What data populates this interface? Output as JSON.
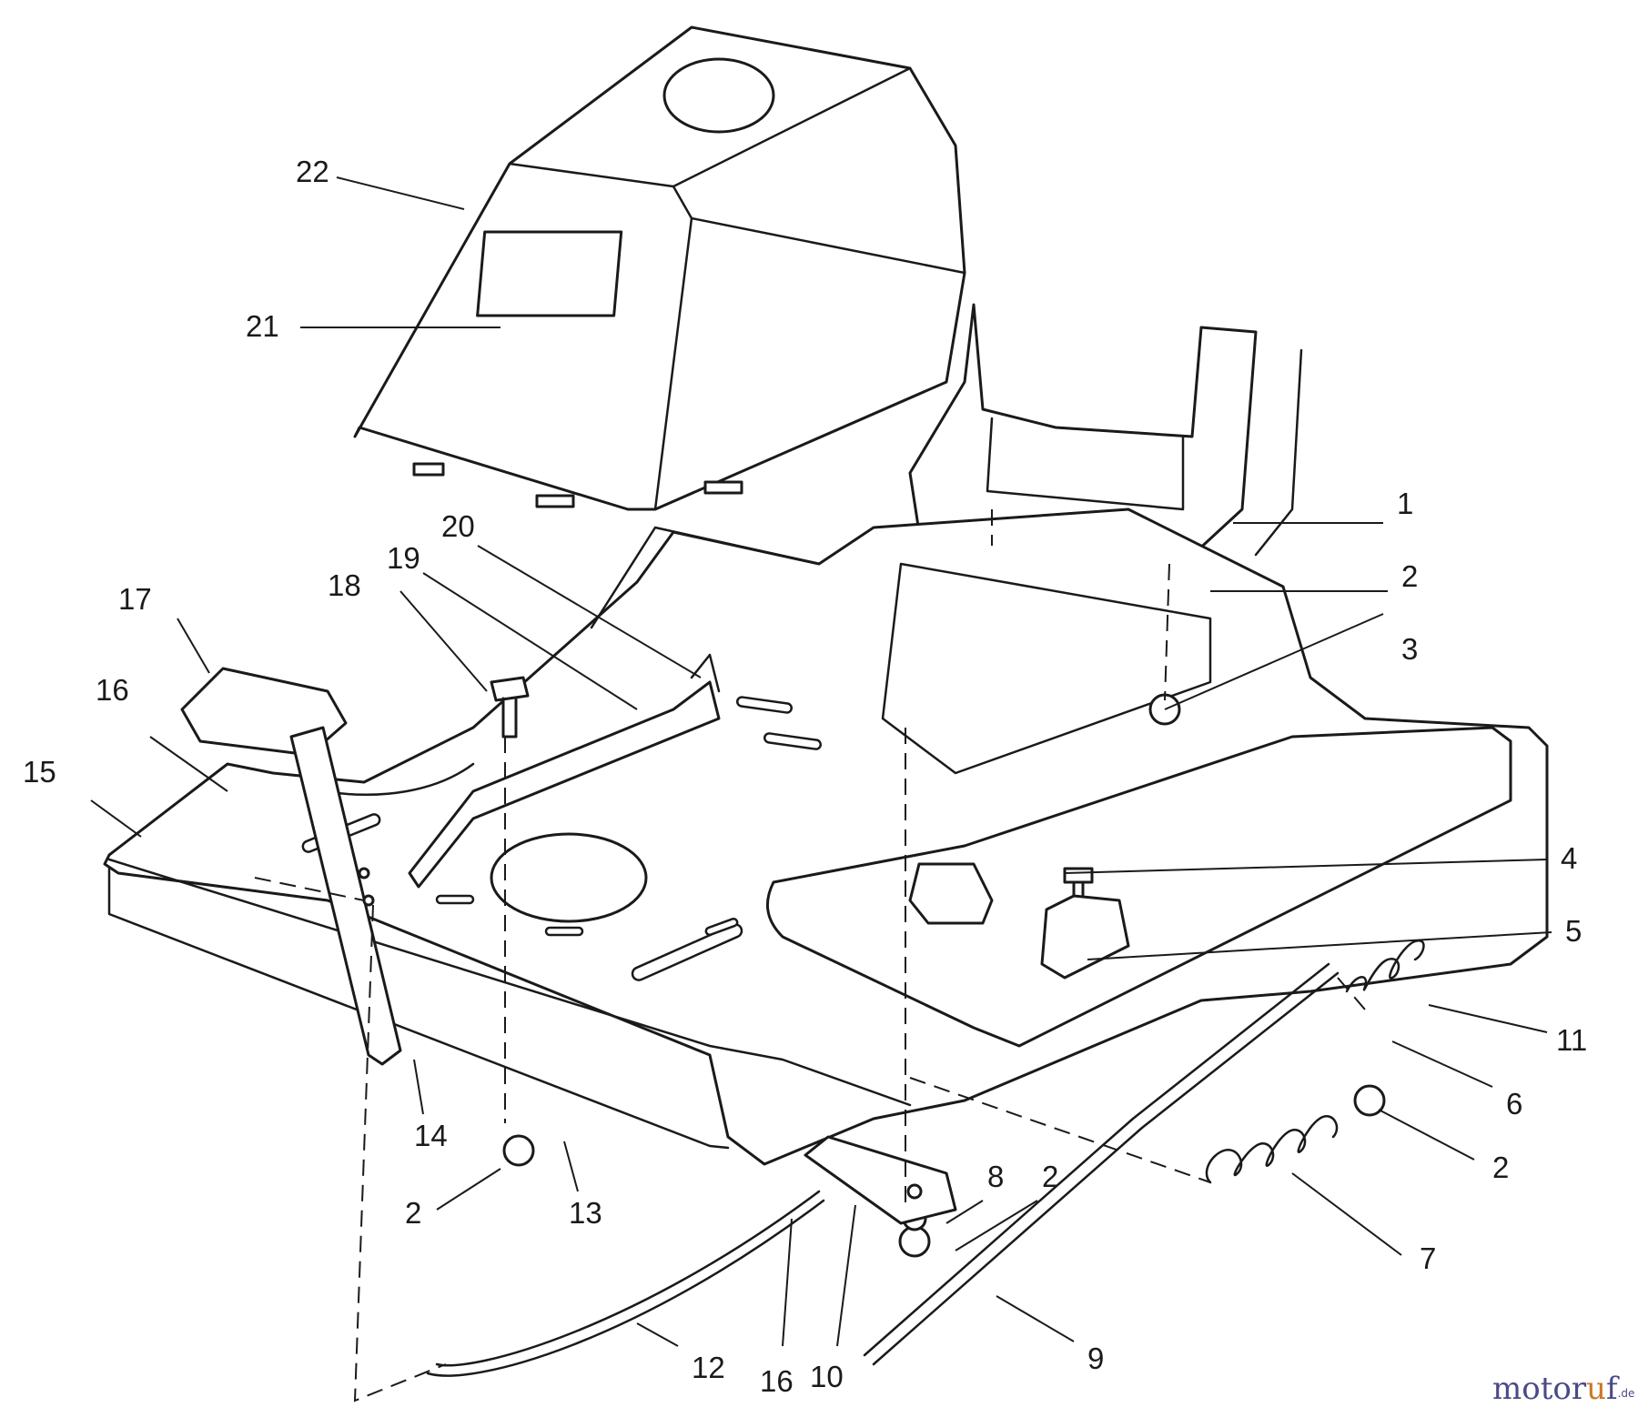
{
  "diagram": {
    "callouts": {
      "c1": "1",
      "c2a": "2",
      "c3": "3",
      "c4": "4",
      "c5": "5",
      "c11": "11",
      "c6": "6",
      "c2b": "2",
      "c7": "7",
      "c8": "8",
      "c2c": "2",
      "c9": "9",
      "c10": "10",
      "c16b": "16",
      "c12": "12",
      "c13": "13",
      "c2d": "2",
      "c14": "14",
      "c15": "15",
      "c16a": "16",
      "c17": "17",
      "c18": "18",
      "c19": "19",
      "c20": "20",
      "c21": "21",
      "c22": "22"
    },
    "icons": {
      "seat_pan": "seat-pan-icon",
      "fender_deck": "fender-deck-icon",
      "hood_cover": "hood-cover-icon",
      "pedal": "pedal-icon",
      "spring": "spring-icon",
      "rod": "rod-icon",
      "nut": "nut-icon",
      "bolt": "bolt-icon"
    }
  },
  "watermark": {
    "brand_part1": "motor",
    "brand_part2": "u",
    "brand_part3": "f",
    "suffix": ".de"
  }
}
